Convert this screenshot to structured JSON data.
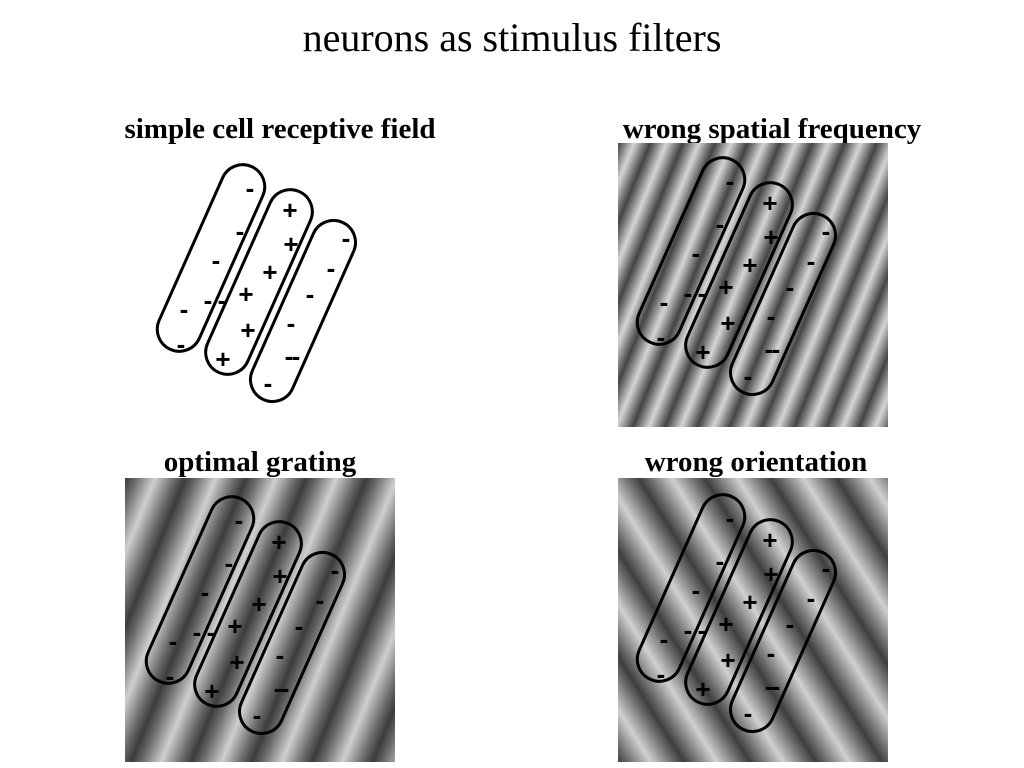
{
  "title": "neurons as stimulus filters",
  "panels": {
    "simple_cell": {
      "label": "simple cell receptive field"
    },
    "wrong_spatial_frequency": {
      "label": "wrong spatial frequency"
    },
    "optimal_grating": {
      "label": "optimal grating"
    },
    "wrong_orientation": {
      "label": "wrong orientation"
    }
  },
  "receptive_field": {
    "signs": {
      "left_subregion": [
        "-",
        "-",
        "-",
        "-",
        "-",
        "-",
        "-"
      ],
      "center_subregion": [
        "+",
        "+",
        "+",
        "+",
        "+",
        "+"
      ],
      "right_subregion": [
        "-",
        "-",
        "-",
        "-",
        "-",
        "-",
        "-"
      ]
    }
  },
  "colors": {
    "background": "#ffffff",
    "outline": "#000000",
    "grating_dark": "#3c3c3c",
    "grating_light": "#d0d0d0"
  }
}
